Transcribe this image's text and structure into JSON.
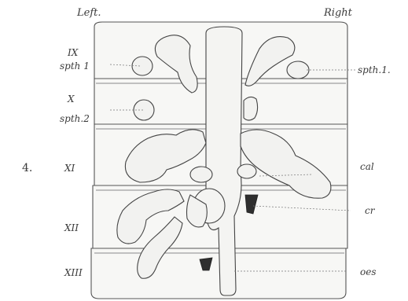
{
  "figure_number": "4.",
  "headers": {
    "left": "Left.",
    "right": "Right"
  },
  "segments": [
    {
      "roman": "IX",
      "left_label": "spth 1"
    },
    {
      "roman": "X",
      "left_label": "spth.2"
    },
    {
      "roman": "XI"
    },
    {
      "roman": "XII"
    },
    {
      "roman": "XIII"
    }
  ],
  "right_labels": [
    "spth.1.",
    "cal",
    "cr",
    "oes"
  ]
}
